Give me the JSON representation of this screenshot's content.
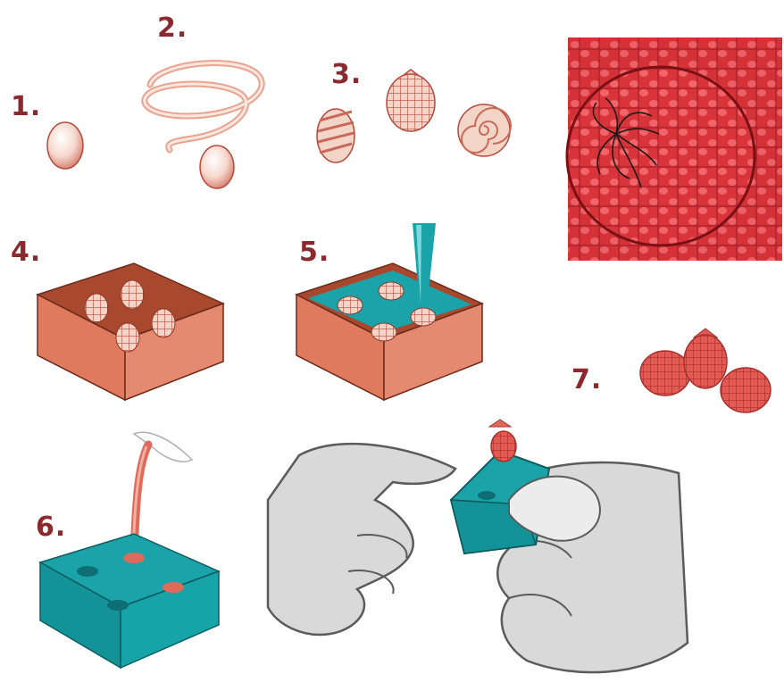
{
  "steps": {
    "s1": "1.",
    "s2": "2.",
    "s3": "3.",
    "s4": "4.",
    "s5": "5.",
    "s6": "6.",
    "s7": "7."
  },
  "colors": {
    "label": "#8b2a2e",
    "clay": "#e9a38e",
    "clay_dark": "#b8493c",
    "box": "#e07a5f",
    "box_dark": "#a8482f",
    "silicone": "#1aa3a8",
    "silicone_dark": "#0d7478",
    "resin": "#e06a5a",
    "photo_red": "#d92e35",
    "glove": "#d9d9d9",
    "outline": "#5b5b5b"
  },
  "icons": {
    "step1": "clay-ball-icon",
    "step2": "clay-coil-icon",
    "step3": "strawberry-sculpts-icon",
    "step4": "mold-box-icon",
    "step5": "silicone-pour-icon",
    "step6": "resin-pour-icon",
    "step7": "finished-strawberries-icon",
    "photo": "strawberry-photo-icon",
    "hands": "demolding-hands-icon"
  }
}
